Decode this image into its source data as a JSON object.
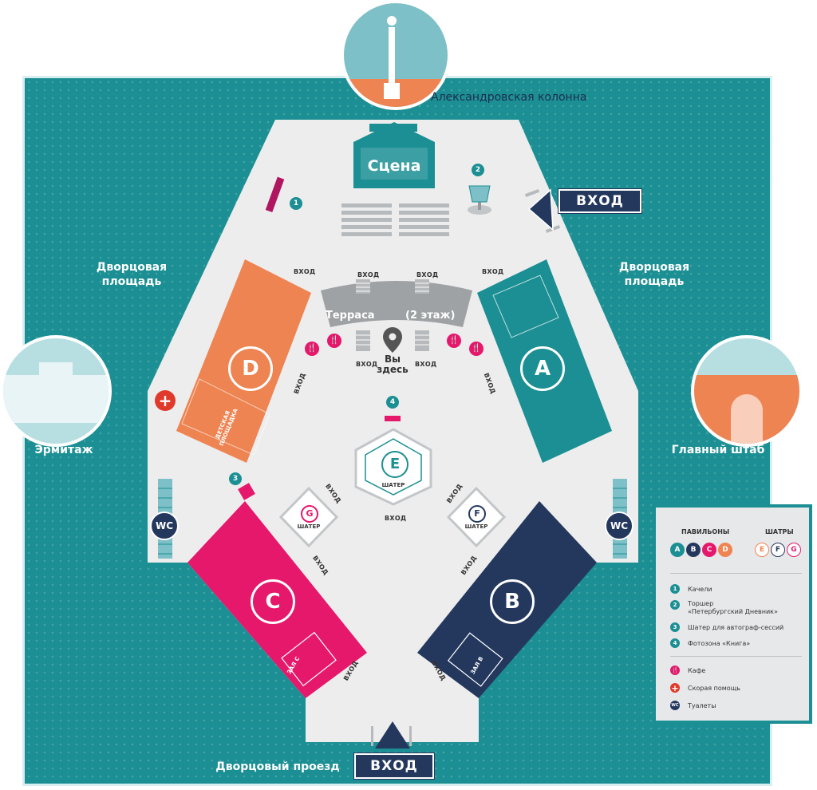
{
  "places": {
    "column": "Александровская колонна",
    "square_left": "Дворцовая\nплощадь",
    "square_right": "Дворцовая\nплощадь",
    "hermitage": "Эрмитаж",
    "general_staff": "Главный штаб",
    "passage": "Дворцовый проезд"
  },
  "entries": {
    "main_right": "ВХОД",
    "main_bottom": "ВХОД",
    "small": "ВХОД"
  },
  "stage": "Сцена",
  "terrace": {
    "label": "Терраса",
    "floor": "(2 этаж)"
  },
  "you_are_here": "Вы\nздесь",
  "pavilions": {
    "A": {
      "letter": "A",
      "color": "#1b8f93"
    },
    "B": {
      "letter": "B",
      "color": "#24385e"
    },
    "C": {
      "letter": "C",
      "color": "#e6186c"
    },
    "D": {
      "letter": "D",
      "color": "#ef8453"
    }
  },
  "tents": {
    "E": {
      "letter": "E",
      "label": "ШАТЕР"
    },
    "F": {
      "letter": "F",
      "label": "ШАТЕР"
    },
    "G": {
      "letter": "G",
      "label": "ШАТЕР"
    }
  },
  "kids_area": "ДЕТСКАЯ\nПЛОЩАДКА",
  "hall_c": "ЗАЛ C",
  "hall_b": "ЗАЛ B",
  "markers": [
    "1",
    "2",
    "3",
    "4"
  ],
  "wc": "WC",
  "legend": {
    "pavilions_title": "ПАВИЛЬОНЫ",
    "tents_title": "ШАТРЫ",
    "pavilion_letters": [
      "A",
      "B",
      "C",
      "D"
    ],
    "tent_letters": [
      "E",
      "F",
      "G"
    ],
    "items": [
      {
        "num": "1",
        "text": "Качели"
      },
      {
        "num": "2",
        "text": "Торшер\n«Петербургский Дневник»"
      },
      {
        "num": "3",
        "text": "Шатер для автограф-сессий"
      },
      {
        "num": "4",
        "text": "Фотозона «Книга»"
      }
    ],
    "cafe": "Кафе",
    "first_aid": "Скорая помощь",
    "toilets": "Туалеты"
  },
  "colors": {
    "teal": "#1b8f93",
    "navy": "#24385e",
    "pink": "#e6186c",
    "orange": "#ef8453",
    "plaza": "#ededed",
    "terrace": "#9ea2a5"
  }
}
